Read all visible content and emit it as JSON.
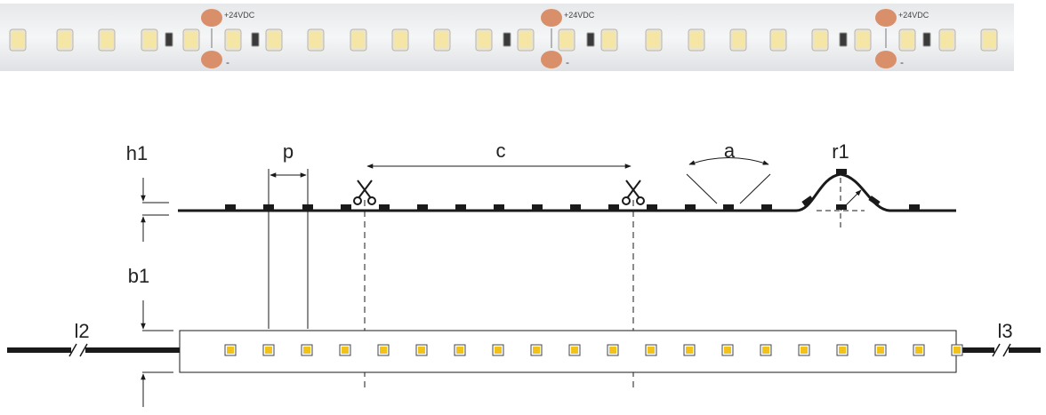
{
  "photo": {
    "voltage_label": "+24VDC",
    "minus_label": "-"
  },
  "diagram": {
    "labels": {
      "h1": "h1",
      "p": "p",
      "c": "c",
      "a": "a",
      "r1": "r1",
      "b1": "b1",
      "l2": "l2",
      "l3": "l3"
    },
    "led_count": 20
  },
  "colors": {
    "strip_bg": "#f2f3f4",
    "led_yellow": "#f6e6a6",
    "copper_pad": "#d9906a",
    "led_dot": "#f2c21b",
    "line": "#1a1a1a"
  }
}
